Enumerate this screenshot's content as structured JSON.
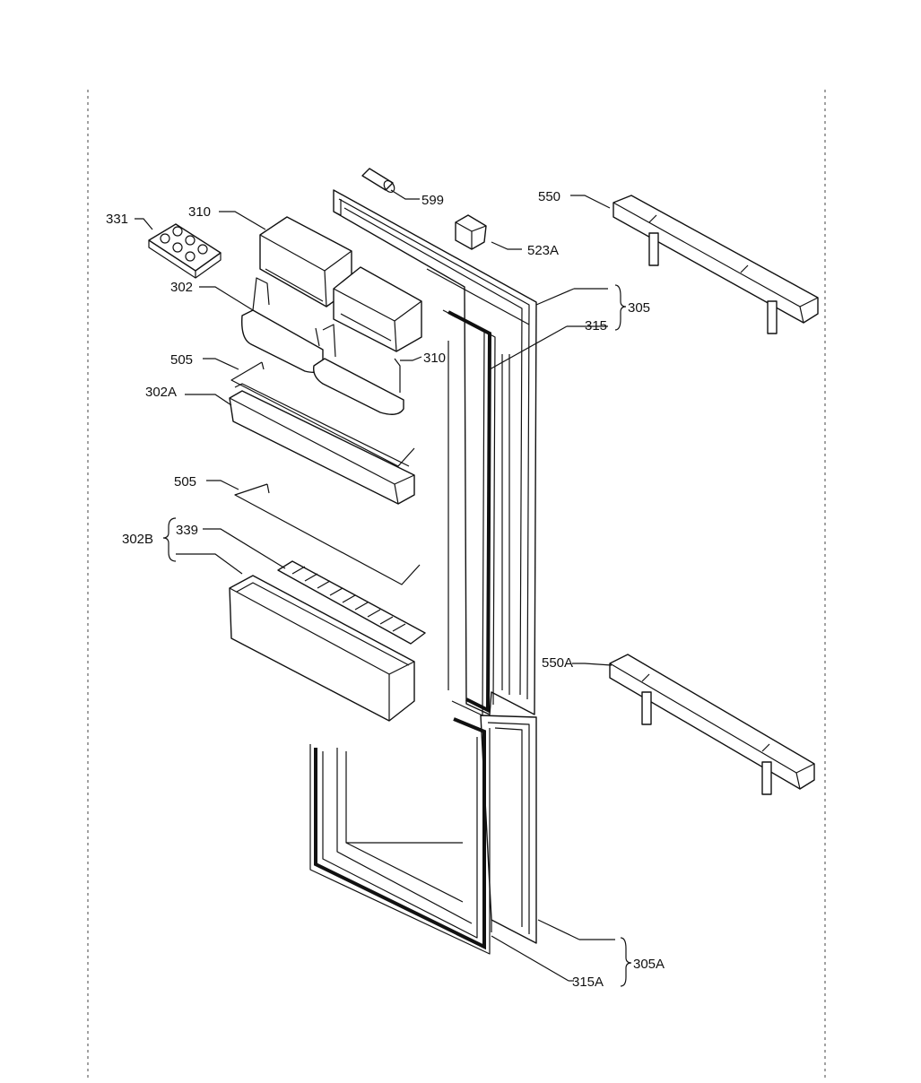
{
  "labels": {
    "l599": "599",
    "l550": "550",
    "l523a": "523A",
    "l331": "331",
    "l310a": "310",
    "l302": "302",
    "l310b": "310",
    "l305": "305",
    "l315": "315",
    "l505a": "505",
    "l302a": "302A",
    "l505b": "505",
    "l339": "339",
    "l302b": "302B",
    "l550a": "550A",
    "l305a": "305A",
    "l315a": "315A"
  }
}
